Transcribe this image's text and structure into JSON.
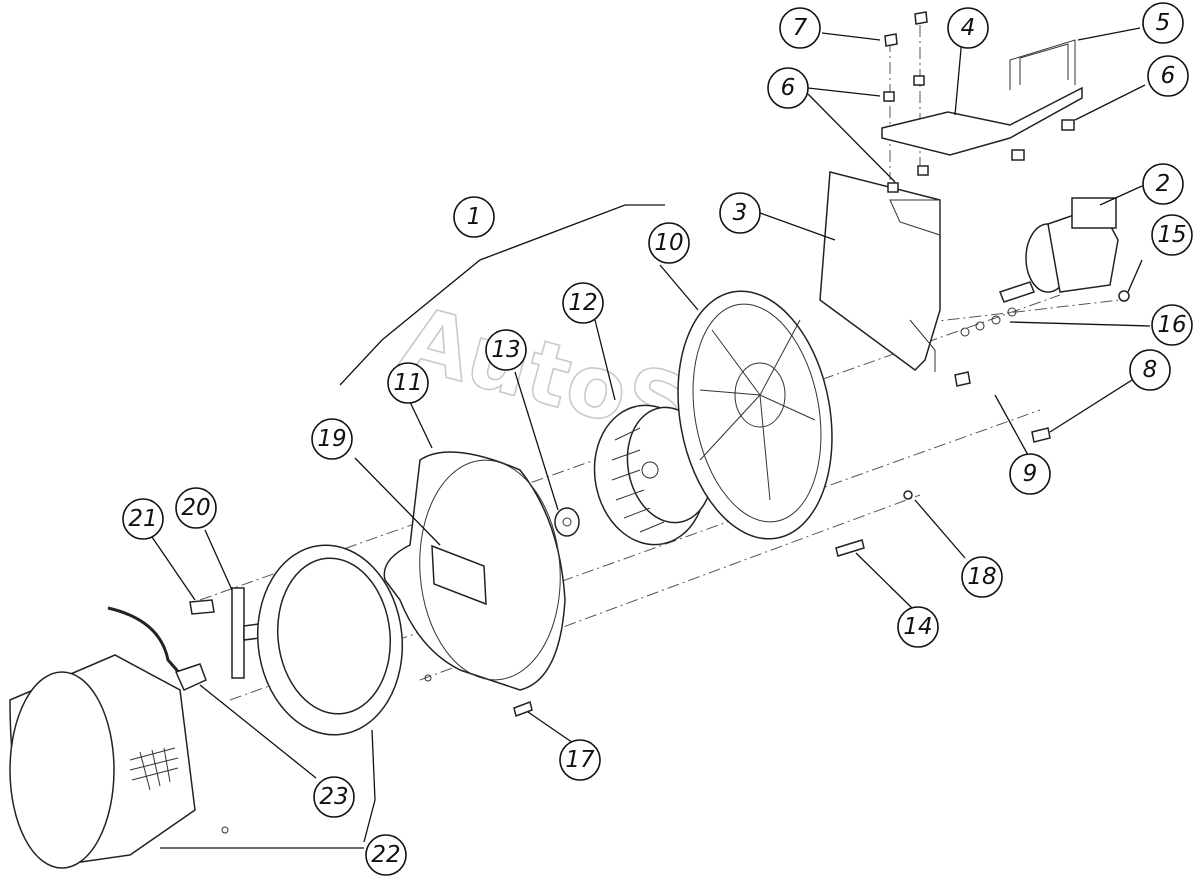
{
  "watermark": "AutoSoft",
  "callouts": [
    {
      "id": "callout-1",
      "label": "1"
    },
    {
      "id": "callout-2",
      "label": "2"
    },
    {
      "id": "callout-3",
      "label": "3"
    },
    {
      "id": "callout-4",
      "label": "4"
    },
    {
      "id": "callout-5",
      "label": "5"
    },
    {
      "id": "callout-6a",
      "label": "6"
    },
    {
      "id": "callout-6b",
      "label": "6"
    },
    {
      "id": "callout-7",
      "label": "7"
    },
    {
      "id": "callout-8",
      "label": "8"
    },
    {
      "id": "callout-9",
      "label": "9"
    },
    {
      "id": "callout-10",
      "label": "10"
    },
    {
      "id": "callout-11",
      "label": "11"
    },
    {
      "id": "callout-12",
      "label": "12"
    },
    {
      "id": "callout-13",
      "label": "13"
    },
    {
      "id": "callout-14",
      "label": "14"
    },
    {
      "id": "callout-15",
      "label": "15"
    },
    {
      "id": "callout-16",
      "label": "16"
    },
    {
      "id": "callout-17",
      "label": "17"
    },
    {
      "id": "callout-18",
      "label": "18"
    },
    {
      "id": "callout-19",
      "label": "19"
    },
    {
      "id": "callout-20",
      "label": "20"
    },
    {
      "id": "callout-21",
      "label": "21"
    },
    {
      "id": "callout-22",
      "label": "22"
    },
    {
      "id": "callout-23",
      "label": "23"
    }
  ]
}
